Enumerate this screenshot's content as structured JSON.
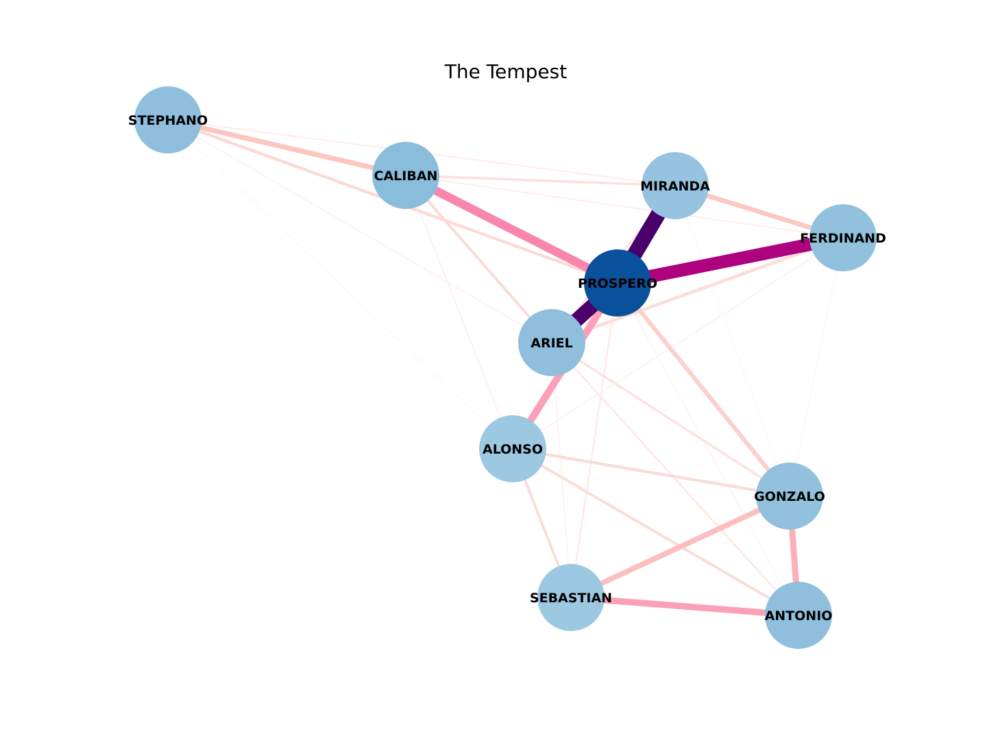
{
  "title": "The Tempest",
  "colors": {
    "background": "#ffffff",
    "node_default": "#8fbfdd",
    "node_central": "#0a519c",
    "label": "#000000"
  },
  "nodes": [
    {
      "id": "STEPHANO",
      "label": "STEPHANO",
      "color": "#8fbfdd"
    },
    {
      "id": "CALIBAN",
      "label": "CALIBAN",
      "color": "#8abddc"
    },
    {
      "id": "MIRANDA",
      "label": "MIRANDA",
      "color": "#96c4e0"
    },
    {
      "id": "FERDINAND",
      "label": "FERDINAND",
      "color": "#92c1de"
    },
    {
      "id": "PROSPERO",
      "label": "PROSPERO",
      "color": "#0a519c"
    },
    {
      "id": "ARIEL",
      "label": "ARIEL",
      "color": "#8fbfdd"
    },
    {
      "id": "ALONSO",
      "label": "ALONSO",
      "color": "#9dc8e1"
    },
    {
      "id": "GONZALO",
      "label": "GONZALO",
      "color": "#92c1de"
    },
    {
      "id": "SEBASTIAN",
      "label": "SEBASTIAN",
      "color": "#9dc8e1"
    },
    {
      "id": "ANTONIO",
      "label": "ANTONIO",
      "color": "#8fbfdd"
    }
  ],
  "edges": [
    {
      "source": "MIRANDA",
      "target": "PROSPERO",
      "weight": 1.0,
      "color": "#49006a"
    },
    {
      "source": "ARIEL",
      "target": "PROSPERO",
      "weight": 0.95,
      "color": "#4d006b"
    },
    {
      "source": "FERDINAND",
      "target": "PROSPERO",
      "weight": 0.85,
      "color": "#ae017e"
    },
    {
      "source": "CALIBAN",
      "target": "PROSPERO",
      "weight": 0.55,
      "color": "#f886ae"
    },
    {
      "source": "ALONSO",
      "target": "PROSPERO",
      "weight": 0.45,
      "color": "#fba0b6"
    },
    {
      "source": "SEBASTIAN",
      "target": "ANTONIO",
      "weight": 0.4,
      "color": "#fba1b7"
    },
    {
      "source": "GONZALO",
      "target": "ANTONIO",
      "weight": 0.38,
      "color": "#fbb1ba"
    },
    {
      "source": "SEBASTIAN",
      "target": "GONZALO",
      "weight": 0.33,
      "color": "#fcbfbf"
    },
    {
      "source": "STEPHANO",
      "target": "CALIBAN",
      "weight": 0.3,
      "color": "#fcc5c0"
    },
    {
      "source": "MIRANDA",
      "target": "FERDINAND",
      "weight": 0.28,
      "color": "#fcc8c3"
    },
    {
      "source": "PROSPERO",
      "target": "GONZALO",
      "weight": 0.25,
      "color": "#fcd0cb"
    },
    {
      "source": "FERDINAND",
      "target": "ARIEL",
      "weight": 0.18,
      "color": "#fdddd8"
    },
    {
      "source": "STEPHANO",
      "target": "PROSPERO",
      "weight": 0.15,
      "color": "#fdd8d4"
    },
    {
      "source": "CALIBAN",
      "target": "ARIEL",
      "weight": 0.14,
      "color": "#fcdad5"
    },
    {
      "source": "ALONSO",
      "target": "GONZALO",
      "weight": 0.15,
      "color": "#fadbd6"
    },
    {
      "source": "ALONSO",
      "target": "ANTONIO",
      "weight": 0.14,
      "color": "#fadcd7"
    },
    {
      "source": "ALONSO",
      "target": "SEBASTIAN",
      "weight": 0.13,
      "color": "#fadcd7"
    },
    {
      "source": "CALIBAN",
      "target": "MIRANDA",
      "weight": 0.12,
      "color": "#fde0dc"
    },
    {
      "source": "ARIEL",
      "target": "GONZALO",
      "weight": 0.12,
      "color": "#fde2de"
    },
    {
      "source": "MIRANDA",
      "target": "ARIEL",
      "weight": 0.1,
      "color": "#fde5e2"
    },
    {
      "source": "ARIEL",
      "target": "ANTONIO",
      "weight": 0.08,
      "color": "#fee8e5"
    },
    {
      "source": "PROSPERO",
      "target": "SEBASTIAN",
      "weight": 0.07,
      "color": "#feeae7"
    },
    {
      "source": "STEPHANO",
      "target": "MIRANDA",
      "weight": 0.06,
      "color": "#feeeec"
    },
    {
      "source": "CALIBAN",
      "target": "FERDINAND",
      "weight": 0.06,
      "color": "#feeeec"
    },
    {
      "source": "CALIBAN",
      "target": "ALONSO",
      "weight": 0.05,
      "color": "#fef0ee"
    },
    {
      "source": "STEPHANO",
      "target": "ARIEL",
      "weight": 0.04,
      "color": "#fef2f0"
    },
    {
      "source": "ARIEL",
      "target": "SEBASTIAN",
      "weight": 0.04,
      "color": "#fef2f0"
    },
    {
      "source": "FERDINAND",
      "target": "ALONSO",
      "weight": 0.04,
      "color": "#fef2f0"
    },
    {
      "source": "PROSPERO",
      "target": "ANTONIO",
      "weight": 0.03,
      "color": "#fef4f2"
    },
    {
      "source": "MIRANDA",
      "target": "GONZALO",
      "weight": 0.02,
      "color": "#fff6f4"
    },
    {
      "source": "FERDINAND",
      "target": "GONZALO",
      "weight": 0.02,
      "color": "#fff6f4"
    },
    {
      "source": "STEPHANO",
      "target": "ALONSO",
      "weight": 0.02,
      "color": "#fff6f4"
    },
    {
      "source": "CALIBAN",
      "target": "SEBASTIAN",
      "weight": 0.02,
      "color": "#fff6f4"
    }
  ]
}
